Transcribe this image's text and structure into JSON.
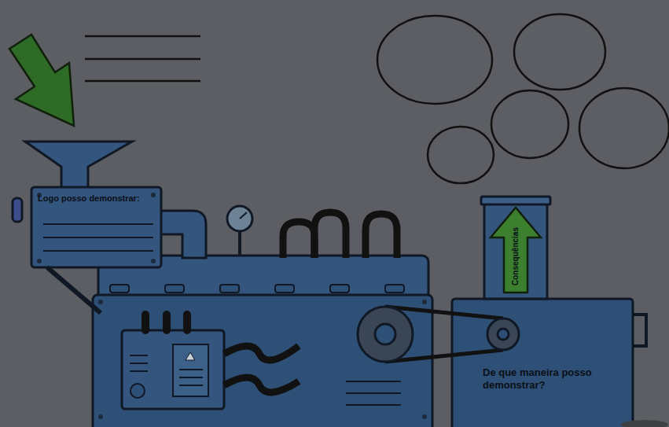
{
  "diagram": {
    "nodes": [
      {
        "text": [
          "Logo posso demonstrar:"
        ]
      },
      {
        "text": [
          "Consequências"
        ]
      },
      {
        "text": [
          "De que maneira posso demonstrar?"
        ]
      }
    ]
  }
}
